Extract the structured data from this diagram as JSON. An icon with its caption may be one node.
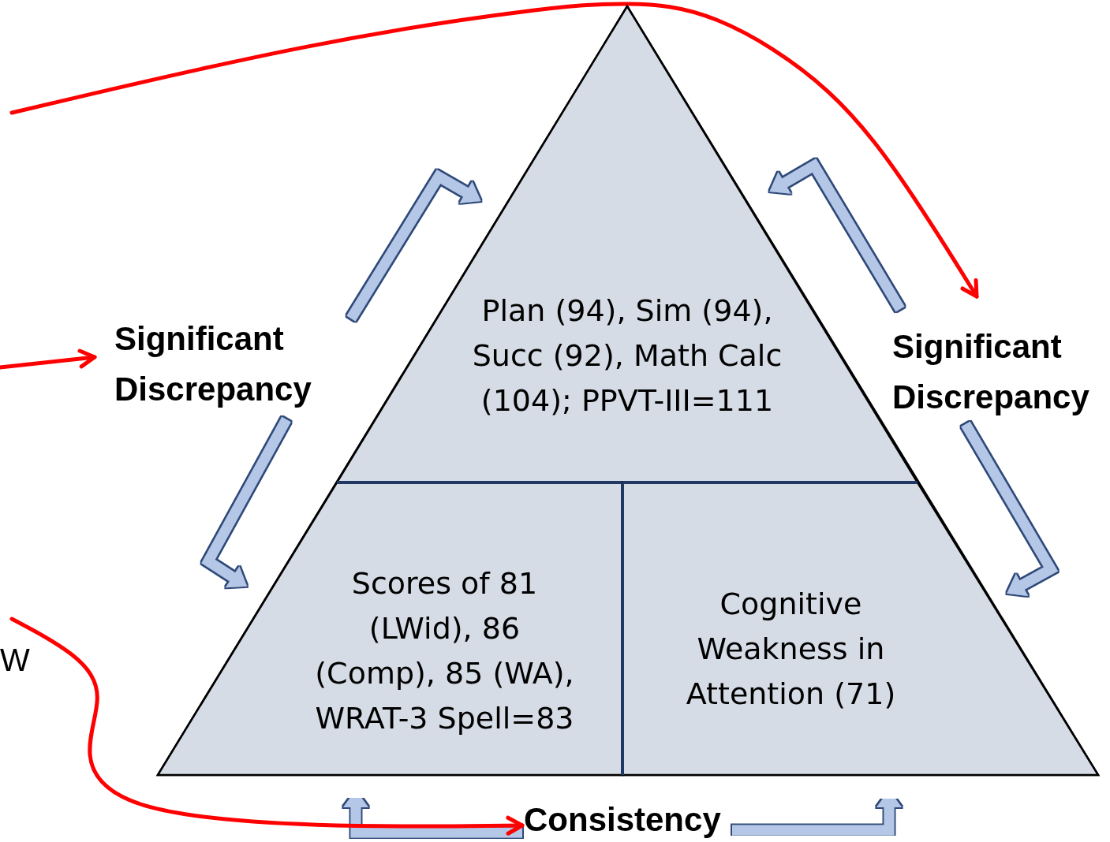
{
  "diagram": {
    "nodes": [
      {
        "text": [],
        "shape": "triangle"
      },
      {
        "text": [
          "Plan (94), Sim (94), Succ (92), Math Calc (104); PPVT-III=111"
        ],
        "in": 0
      },
      {
        "text": [
          "Scores of 81 (LWid), 86 (Comp), 85 (WA), WRAT-3 Spell=83"
        ],
        "in": 0
      },
      {
        "text": [
          "Cognitive Weakness in Attention (71)"
        ],
        "in": 0
      },
      {
        "text": [
          "Significant Discrepancy"
        ]
      },
      {
        "text": [
          "Significant Discrepancy"
        ]
      },
      {
        "text": [
          "Consistency"
        ]
      }
    ],
    "edges": [
      {
        "from": 4,
        "to": 1,
        "arrow": "to"
      },
      {
        "from": 4,
        "to": 2,
        "arrow": "to"
      },
      {
        "from": 5,
        "to": 1,
        "arrow": "to"
      },
      {
        "from": 5,
        "to": 3,
        "arrow": "to"
      },
      {
        "from": 6,
        "to": 2,
        "arrow": "to"
      },
      {
        "from": 6,
        "to": 3,
        "arrow": "to"
      },
      {
        "from": null,
        "to": 5,
        "arrow": "to",
        "color": "#ff0000"
      },
      {
        "from": null,
        "to": 4,
        "arrow": "to",
        "color": "#ff0000"
      },
      {
        "from": null,
        "to": 6,
        "arrow": "to",
        "color": "#ff0000"
      }
    ],
    "labels": [
      "W"
    ]
  }
}
